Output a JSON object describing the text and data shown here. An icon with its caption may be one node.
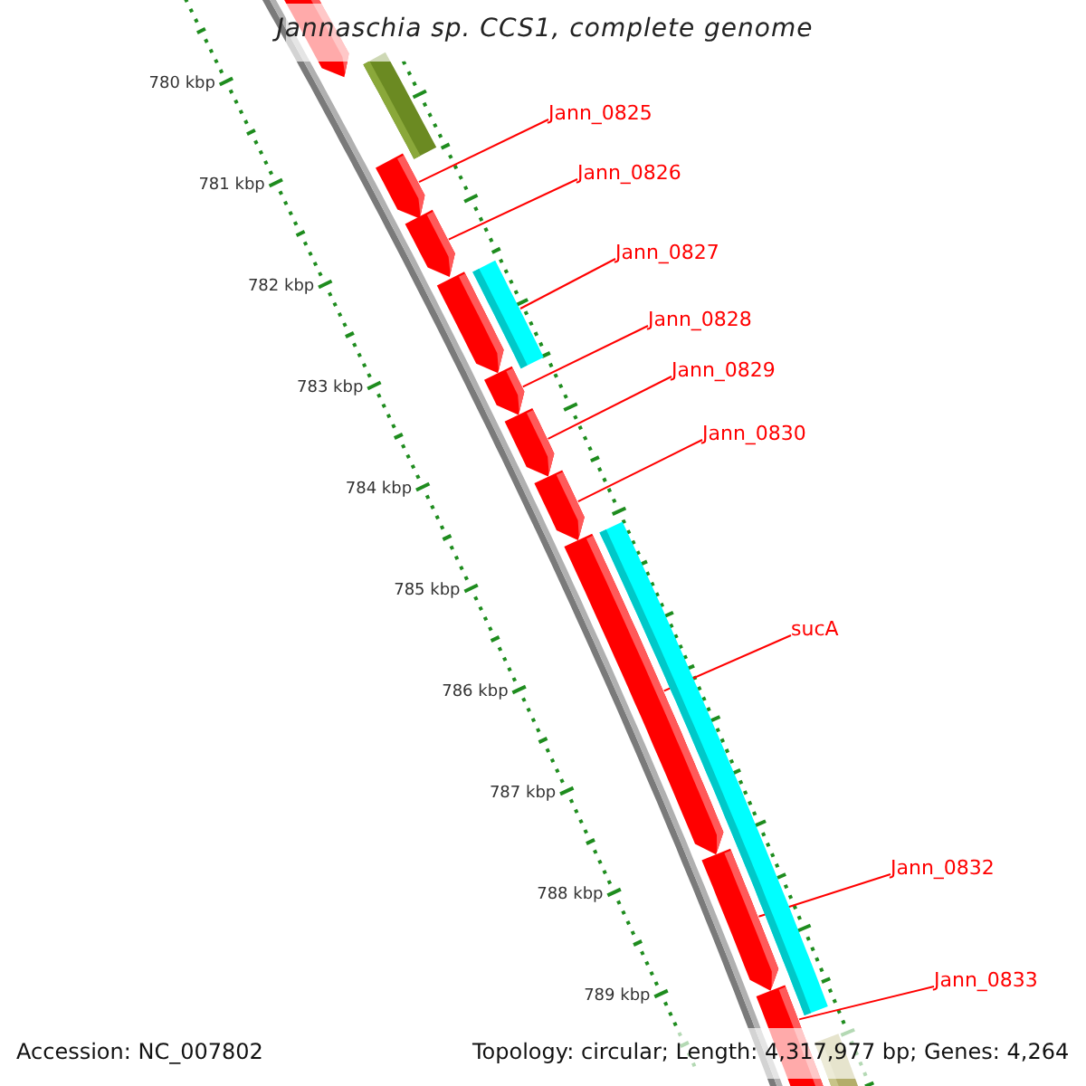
{
  "diagram": {
    "title": "Jannaschia sp. CCS1, complete genome",
    "nodes": [
      {
        "text": [
          "Jann_0825"
        ]
      },
      {
        "text": [
          "Jann_0826"
        ]
      },
      {
        "text": [
          "Jann_0827"
        ]
      },
      {
        "text": [
          "Jann_0828"
        ]
      },
      {
        "text": [
          "Jann_0829"
        ]
      },
      {
        "text": [
          "Jann_0830"
        ]
      },
      {
        "text": [
          "sucA"
        ]
      },
      {
        "text": [
          "Jann_0832"
        ]
      },
      {
        "text": [
          "Jann_0833"
        ]
      },
      {
        "text": [],
        "shape": "arrow"
      },
      {
        "text": [],
        "shape": "bar"
      },
      {
        "text": [],
        "shape": "arrow"
      },
      {
        "text": [],
        "shape": "arrow"
      },
      {
        "text": [],
        "shape": "bar"
      },
      {
        "text": [],
        "shape": "arrow"
      },
      {
        "text": [],
        "shape": "arrow"
      },
      {
        "text": [],
        "shape": "arrow"
      },
      {
        "text": [],
        "shape": "arrow"
      },
      {
        "text": [],
        "shape": "arrow"
      },
      {
        "text": [],
        "shape": "bar"
      },
      {
        "text": [],
        "shape": "arrow"
      },
      {
        "text": [],
        "shape": "arrow"
      },
      {
        "text": [],
        "shape": "bar"
      }
    ],
    "edges": [
      {
        "from": 0,
        "to": 11,
        "arrow": "none"
      },
      {
        "from": 1,
        "to": 12,
        "arrow": "none"
      },
      {
        "from": 2,
        "to": 13,
        "arrow": "none"
      },
      {
        "from": 3,
        "to": 15,
        "arrow": "none"
      },
      {
        "from": 4,
        "to": 16,
        "arrow": "none"
      },
      {
        "from": 5,
        "to": 17,
        "arrow": "none"
      },
      {
        "from": 6,
        "to": 18,
        "arrow": "none"
      },
      {
        "from": 7,
        "to": 20,
        "arrow": "none"
      },
      {
        "from": 8,
        "to": 21,
        "arrow": "none"
      }
    ],
    "labels": [
      "780 kbp",
      "781 kbp",
      "782 kbp",
      "783 kbp",
      "784 kbp",
      "785 kbp",
      "786 kbp",
      "787 kbp",
      "788 kbp",
      "789 kbp",
      "Accession: NC_007802",
      "Topology: circular; Length: 4,317,977 bp; Genes: 4,264"
    ]
  }
}
